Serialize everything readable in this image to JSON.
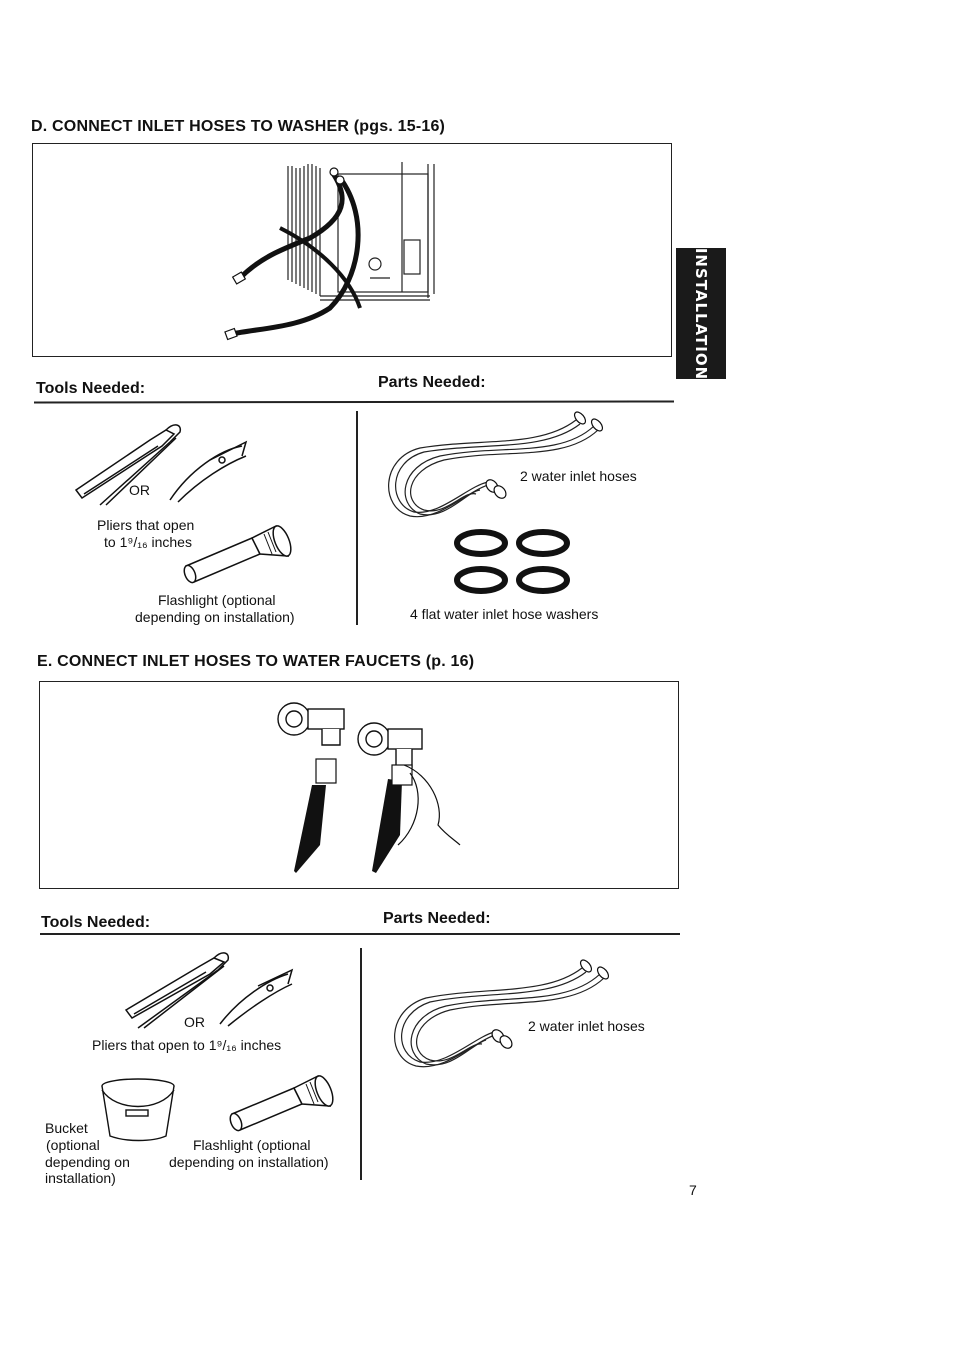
{
  "side_tab": {
    "label": "INSTALLATION"
  },
  "section_d": {
    "title": "D. CONNECT INLET HOSES TO WASHER (pgs. 15-16)",
    "tools_heading": "Tools Needed:",
    "parts_heading": "Parts Needed:",
    "or_label": "OR",
    "pliers_label_1": "Pliers that open",
    "pliers_label_2": "to 1⁹/₁₆ inches",
    "flashlight_label_1": "Flashlight (optional",
    "flashlight_label_2": "depending on installation)",
    "hoses_label": "2 water inlet hoses",
    "washers_label": "4 flat water inlet hose washers"
  },
  "section_e": {
    "title": "E. CONNECT INLET HOSES TO WATER FAUCETS (p. 16)",
    "tools_heading": "Tools Needed:",
    "parts_heading": "Parts Needed:",
    "or_label": "OR",
    "pliers_label": "Pliers that open to 1⁹/₁₆ inches",
    "bucket_label_1": "Bucket",
    "bucket_label_2": "(optional",
    "bucket_label_3": "depending on",
    "bucket_label_4": "installation)",
    "flashlight_label_1": "Flashlight (optional",
    "flashlight_label_2": "depending on installation)",
    "hoses_label": "2 water inlet hoses"
  },
  "page_number": "7"
}
